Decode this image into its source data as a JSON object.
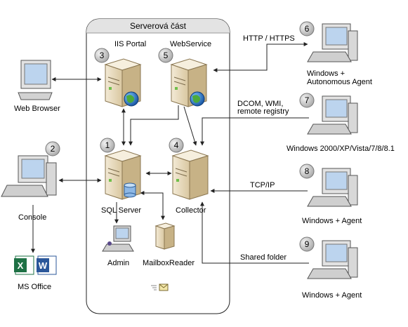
{
  "server_section": {
    "title": "Serverová část"
  },
  "nodes": {
    "iis_portal": {
      "label": "IIS Portal",
      "number": "3"
    },
    "webservice": {
      "label": "WebService",
      "number": "5"
    },
    "sql_server": {
      "label": "SQL Server",
      "number": "1"
    },
    "collector": {
      "label": "Collector",
      "number": "4"
    },
    "admin": {
      "label": "Admin"
    },
    "mailbox_reader": {
      "label": "MailboxReader"
    },
    "web_browser": {
      "label": "Web Browser"
    },
    "console": {
      "label": "Console",
      "number": "2"
    },
    "ms_office": {
      "label": "MS Office"
    },
    "client_6": {
      "label_line1": "Windows +",
      "label_line2": "Autonomous Agent",
      "number": "6"
    },
    "client_7": {
      "label": "Windows 2000/XP/Vista/7/8/8.1",
      "number": "7"
    },
    "client_8": {
      "label": "Windows + Agent",
      "number": "8"
    },
    "client_9": {
      "label": "Windows + Agent",
      "number": "9"
    }
  },
  "connections": {
    "http_https": "HTTP / HTTPS",
    "dcom_line1": "DCOM, WMI,",
    "dcom_line2": "remote registry",
    "tcpip": "TCP/IP",
    "shared_folder": "Shared folder"
  },
  "colors": {
    "server_body": "#e9dcc0",
    "server_shadow": "#b9a57c",
    "monitor_screen": "#bcd4ee",
    "globe": "#2a7fd0",
    "excel": "#1e7145",
    "word": "#2b579a",
    "number_circle": "#cfcfcf"
  }
}
